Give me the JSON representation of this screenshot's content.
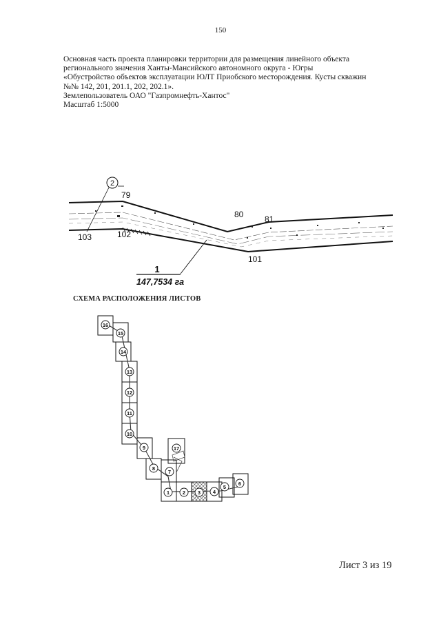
{
  "page_number": "150",
  "header": {
    "lines": [
      "Основная часть проекта планировки территории для размещения линейного объекта",
      "регионального значения Ханты-Мансийского автономного округа - Югры",
      "«Обустройство объектов эксплуатации ЮЛТ Приобского месторождения. Кусты скважин",
      "№№ 142, 201, 201.1, 202, 202.1».",
      "Землепользователь ОАО \"Газпромнефть-Хантос\"",
      "Масштаб 1:5000"
    ]
  },
  "route_drawing": {
    "circle_label": "2",
    "point_labels": {
      "p79": "79",
      "p80": "80",
      "p81": "81",
      "p103": "103",
      "p102": "102",
      "p101": "101"
    },
    "parcel": {
      "number": "1",
      "area": "147,7534 га"
    }
  },
  "sheets_scheme": {
    "title": "СХЕМА РАСПОЛОЖЕНИЯ ЛИСТОВ",
    "sheets": [
      "16",
      "15",
      "14",
      "13",
      "12",
      "11",
      "10",
      "9",
      "8",
      "7",
      "17",
      "1",
      "2",
      "3",
      "4",
      "5",
      "6"
    ]
  },
  "footer": {
    "sheet_label": "Лист 3 из 19"
  }
}
